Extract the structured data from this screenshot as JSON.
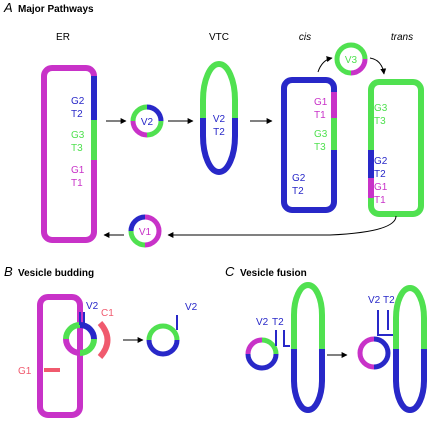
{
  "colors": {
    "magenta": "#c832c8",
    "blue": "#2828c8",
    "green": "#50e150",
    "coat": "#f05a6e",
    "black": "#000000"
  },
  "panel_a": {
    "letter": "A",
    "title": "Major Pathways",
    "compartments": {
      "er": "ER",
      "vtc": "VTC",
      "cis": "cis",
      "trans": "trans"
    }
  },
  "panel_b": {
    "letter": "B",
    "title": "Vesicle budding"
  },
  "panel_c": {
    "letter": "C",
    "title": "Vesicle fusion"
  },
  "markers": {
    "er_g2": "G2",
    "er_t2": "T2",
    "er_g3": "G3",
    "er_t3": "T3",
    "er_g1": "G1",
    "er_t1": "T1",
    "v2_label": "V2",
    "vtc_v2": "V2",
    "vtc_t2": "T2",
    "cis_g1": "G1",
    "cis_t1": "T1",
    "cis_g3": "G3",
    "cis_t3": "T3",
    "cis_g2": "G2",
    "cis_t2": "T2",
    "v3_label": "V3",
    "trans_g3": "G3",
    "trans_t3": "T3",
    "trans_g2": "G2",
    "trans_t2": "T2",
    "trans_g1": "G1",
    "trans_t1": "T1",
    "v1_label": "V1",
    "b_v2": "V2",
    "b_c1": "C1",
    "b_g1": "G1",
    "b_v2_out": "V2",
    "c_v2": "V2",
    "c_t2": "T2",
    "c_v2_b": "V2",
    "c_t2_b": "T2"
  }
}
